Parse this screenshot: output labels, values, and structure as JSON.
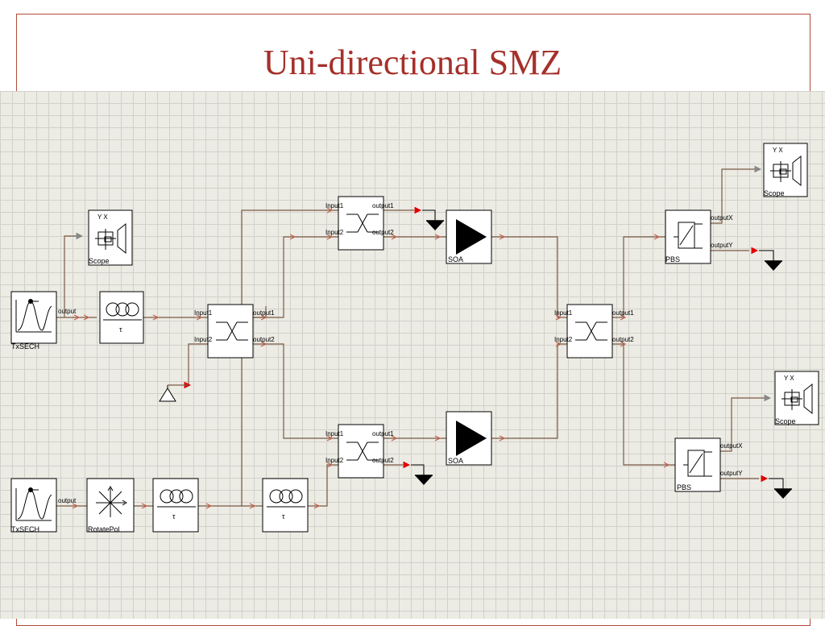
{
  "slide": {
    "title": "Uni-directional SMZ"
  },
  "labels": {
    "txsech": "TxSECH",
    "scope": "Scope",
    "soa": "SOA",
    "pbs": "PBS",
    "rotatepol": "RotatePol",
    "tau": "τ",
    "output": "output",
    "input1": "Input1",
    "input2": "Input2",
    "output1": "output1",
    "output2": "output2",
    "outputX": "outputX",
    "outputY": "outputY",
    "scope_axes": "Y X"
  },
  "colors": {
    "title": "#a5302a",
    "wire": "#7a5a45",
    "arrow": "#c8604a",
    "red_arrow": "#e00000"
  },
  "components": {
    "sources": [
      "TxSECH",
      "TxSECH"
    ],
    "scopes": [
      "Scope",
      "Scope",
      "Scope"
    ],
    "amplifiers": [
      "SOA",
      "SOA"
    ],
    "splitters": [
      "PBS",
      "PBS"
    ],
    "rotator": "RotatePol",
    "couplers_count": 4,
    "delays_count": 3
  }
}
